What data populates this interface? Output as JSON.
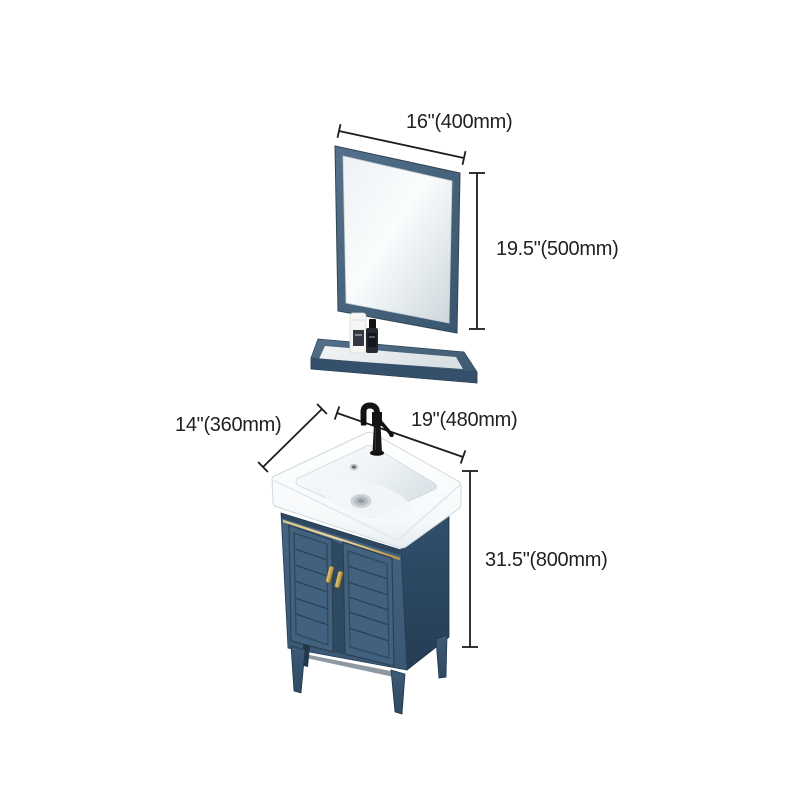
{
  "product": {
    "name": "blue-bathroom-vanity-set",
    "parts": [
      "wall-mirror",
      "storage-shelf",
      "cosmetic-bottles",
      "ceramic-sink",
      "black-faucet",
      "vanity-cabinet"
    ]
  },
  "labels": {
    "mirror_width": "16\"(400mm)",
    "mirror_height": "19.5\"(500mm)",
    "sink_depth": "14\"(360mm)",
    "sink_width": "19\"(480mm)",
    "cabinet_height": "31.5\"(800mm)"
  },
  "colors": {
    "frame_blue": "#47637c",
    "cabinet_blue": "#41607c",
    "cabinet_blue_dark": "#2d485f",
    "gold": "#c9a854",
    "dimension_line": "#1d1d1d",
    "label_text": "#212121",
    "ceramic_white": "#ffffff",
    "bg": "#ffffff"
  }
}
